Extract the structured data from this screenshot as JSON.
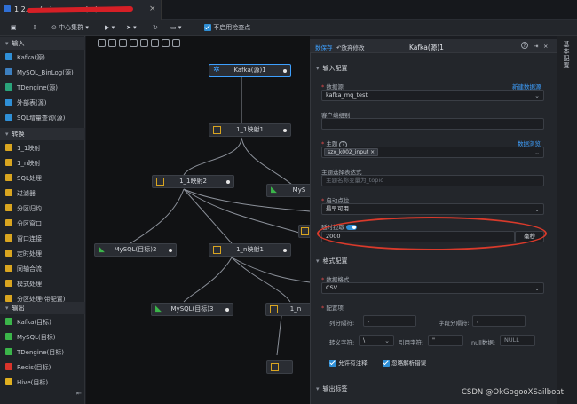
{
  "tab": {
    "title": "1.2……(…)…… … …(…)…",
    "close": "×"
  },
  "toolbar": {
    "cluster": "中心集群",
    "check_label": "不启用检查点"
  },
  "sidebar": {
    "input_header": "输入",
    "inputs": [
      "Kafka(源)",
      "MySQL_BinLog(源)",
      "TDengine(源)",
      "外部表(源)",
      "SQL增量查询(源)"
    ],
    "transform_header": "转换",
    "transforms": [
      "1_1映射",
      "1_n映射",
      "SQL处理",
      "过滤器",
      "分区归约",
      "分区窗口",
      "窗口连接",
      "定时处理",
      "同轴合流",
      "模式处理",
      "分区处理(带配置)"
    ],
    "output_header": "输出",
    "outputs": [
      "Kafka(目标)",
      "MySQL(目标)",
      "TDengine(目标)",
      "Redis(目标)",
      "Hive(目标)"
    ]
  },
  "canvas": {
    "nodes": {
      "kafka_src": "Kafka(源)1",
      "map11_1": "1_1映射1",
      "map11_2": "1_1映射2",
      "mysql_right": "MyS",
      "mysql_tgt2": "MySQL(目标)2",
      "map1n_1": "1_n映射1",
      "mysql_tgt3": "MySQL(目标)3",
      "partial_1": "1_n"
    }
  },
  "panel": {
    "save": "数保存",
    "discard": "放弃修改",
    "title": "Kafka(源)1",
    "help": "?",
    "input_config": "输入配置",
    "datasource_label": "数据源",
    "datasource_new": "新建数据源",
    "datasource_value": "kafka_mq_test",
    "client_label": "客户端组别",
    "topic_label": "主题",
    "topic_browse": "数据浏览",
    "topic_tag": "szx_k002_input",
    "topic_expr_label": "主题选择表达式",
    "topic_expr_placeholder": "主题名称变量为_topic",
    "start_label": "启动点位",
    "start_value": "最早可用",
    "delay_label": "延时拉取",
    "delay_value": "2000",
    "delay_unit": "毫秒",
    "format_config": "格式配置",
    "format_label": "数据格式",
    "format_value": "CSV",
    "options_label": "配置项",
    "col_sep_label": "列分隔符:",
    "col_sep_value": ",",
    "field_sep_label": "字段分隔符:",
    "field_sep_value": ",",
    "escape_label": "转义字符:",
    "escape_value": "\\",
    "quote_label": "引用字符:",
    "quote_value": "\"",
    "null_label": "null数据:",
    "null_value": "NULL",
    "allow_comment": "允许有注释",
    "ignore_error": "忽略解析错误",
    "output_tags": "输出标签"
  },
  "strip": {
    "label": "基本配置"
  },
  "watermark": "CSDN @OkGogooXSailboat",
  "colors": {
    "accent": "#3ea0ff",
    "check": "#2f8fd6",
    "highlight": "#d93a2b",
    "danger": "#e04b4b"
  }
}
